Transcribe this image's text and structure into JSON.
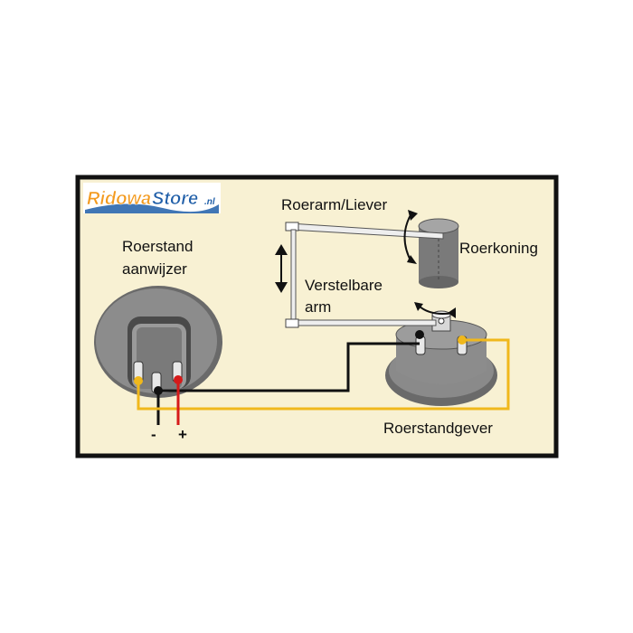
{
  "logo": {
    "part1": "Ridowa",
    "part2": "Store",
    "part3": ".nl"
  },
  "labels": {
    "indicator_line1": "Roerstand",
    "indicator_line2": "aanwijzer",
    "lever": "Roerarm/Liever",
    "rudder_stock": "Roerkoning",
    "arm_line1": "Verstelbare",
    "arm_line2": "arm",
    "sender": "Roerstandgever",
    "minus": "-",
    "plus": "+"
  },
  "colors": {
    "frame": "#111111",
    "panel": "#f8f1d3",
    "wire_black": "#111111",
    "wire_yellow": "#f0b81c",
    "wire_red": "#d61a1a",
    "device_gray": "#8a8a8a",
    "logo_orange": "#f39a1e",
    "logo_blue": "#1f5ea8"
  }
}
